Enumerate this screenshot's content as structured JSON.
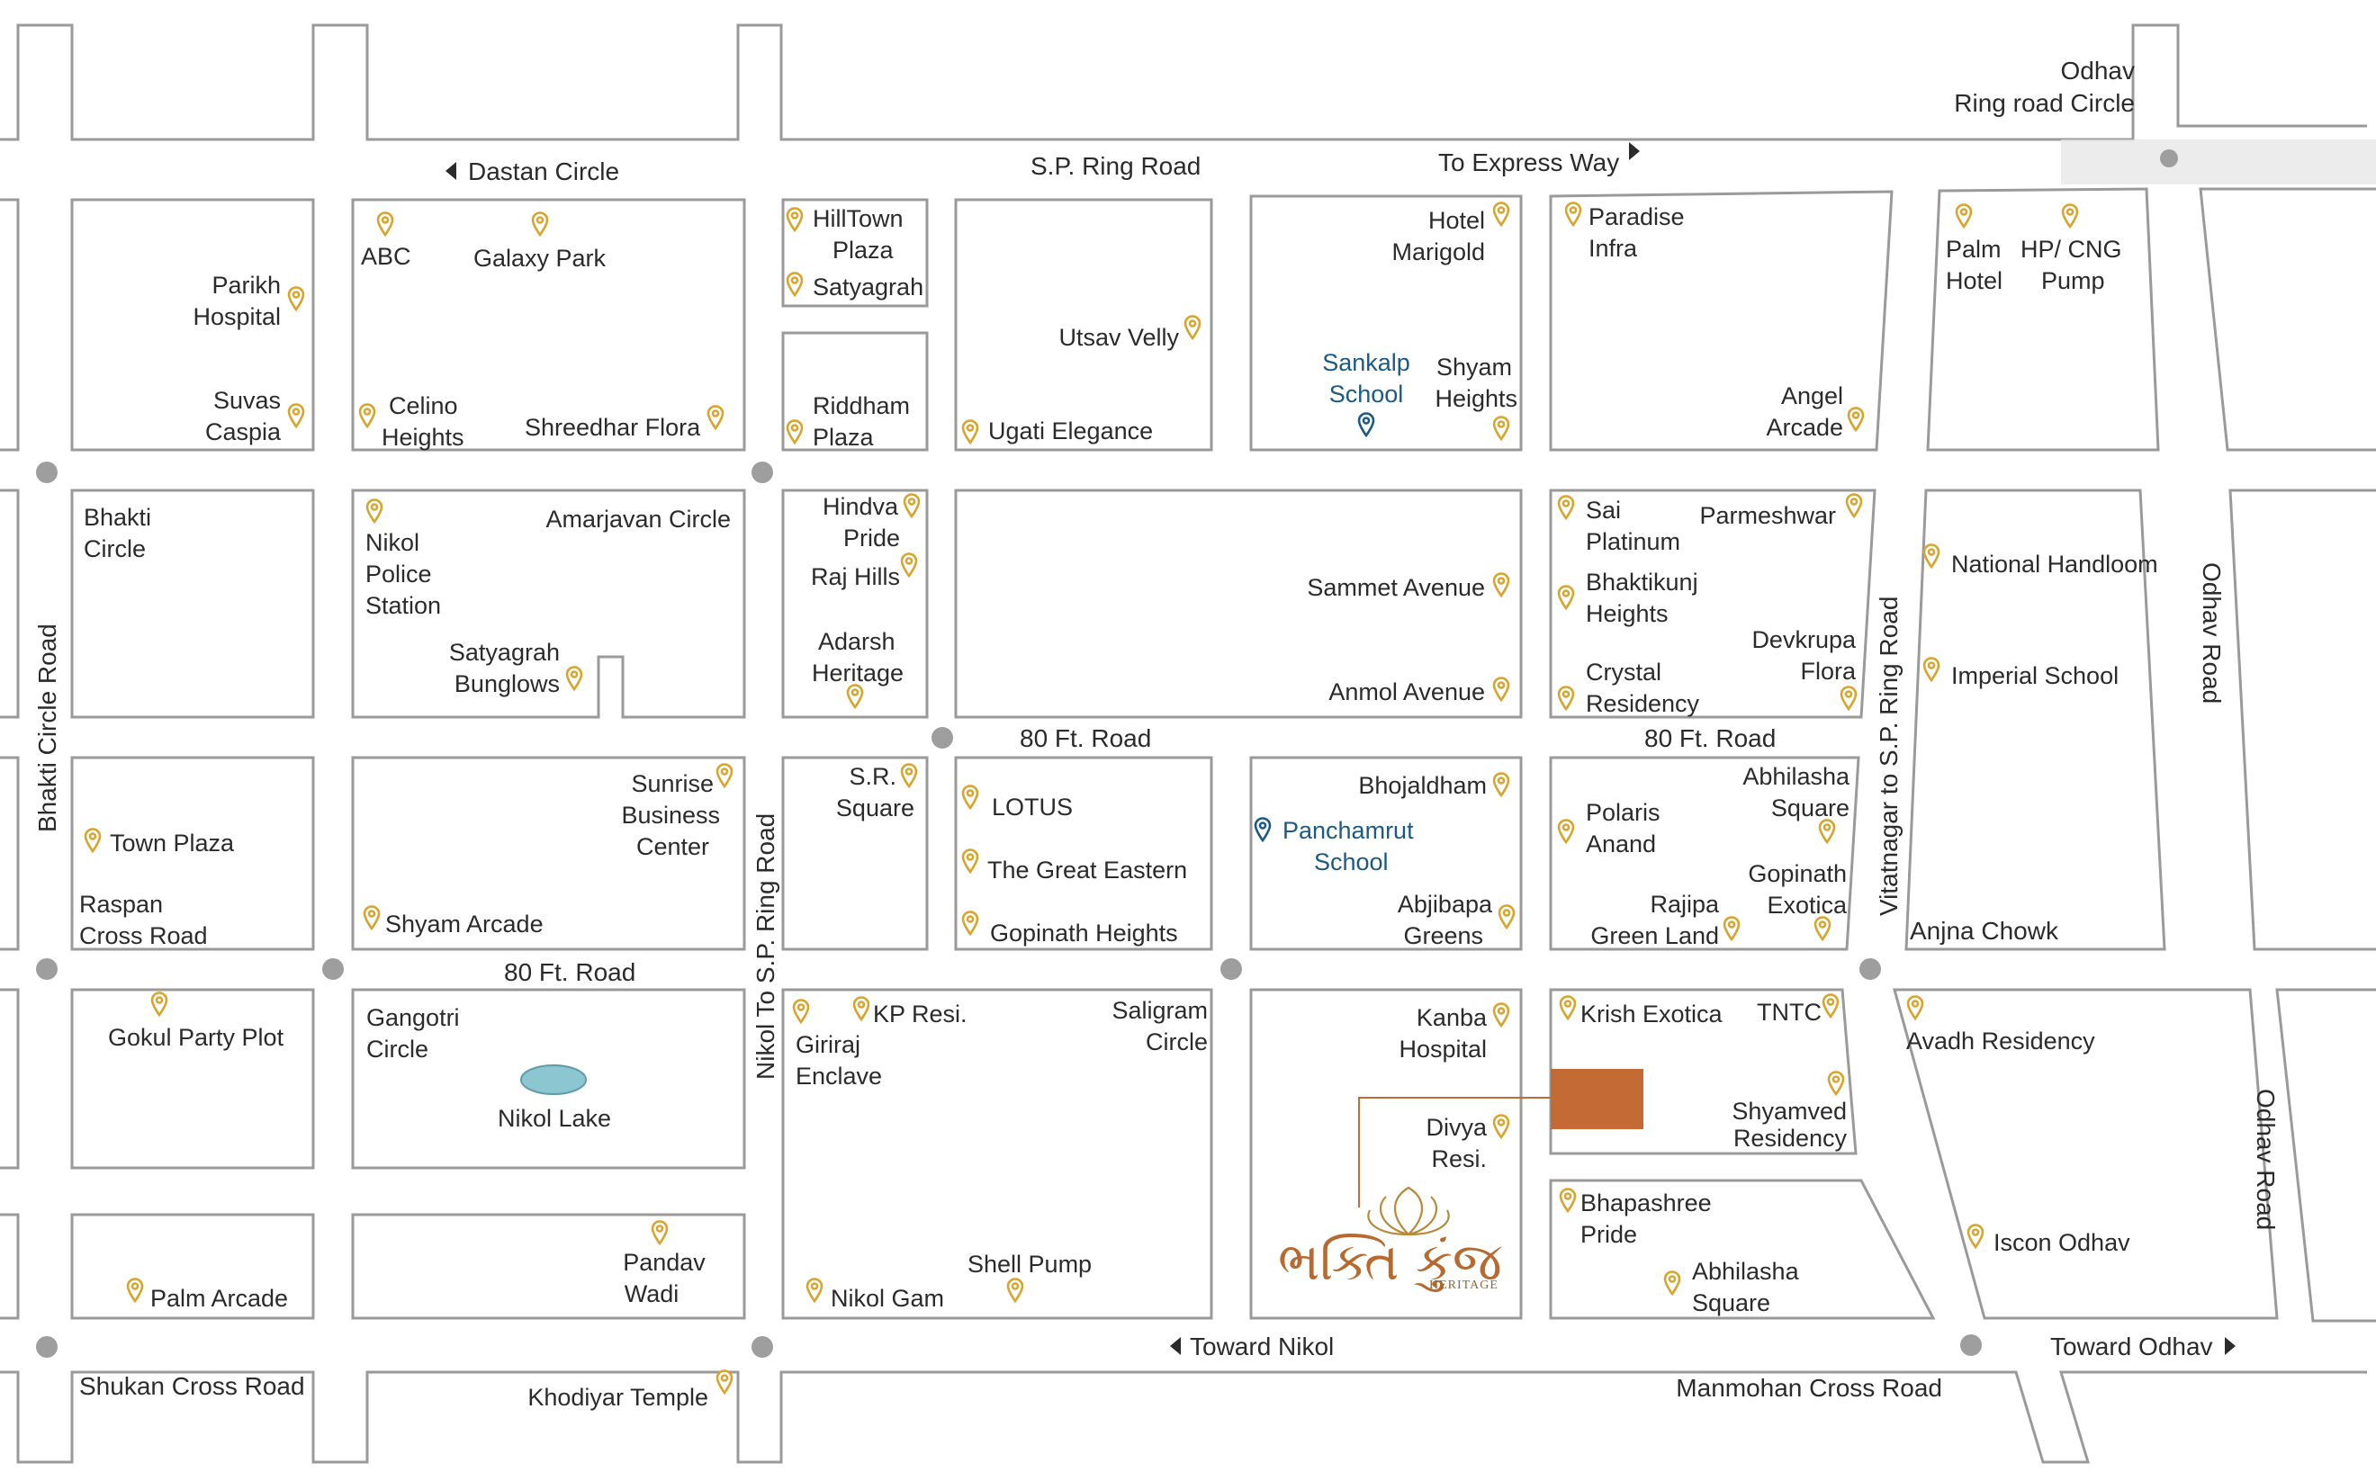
{
  "colors": {
    "road_outline": "#9a9a9a",
    "pin": "#d9a42c",
    "school_pin": "#1c5a86",
    "project_marker": "#c46b35",
    "junction": "#9e9e9e",
    "lake": "#8cc6d0"
  },
  "roads": {
    "sp_ring": "S.P. Ring Road",
    "dastan": "Dastan Circle",
    "express": "To Express Way",
    "odhav_circle_1": "Odhav",
    "odhav_circle_2": "Ring road Circle",
    "ft80_left": "80 Ft. Road",
    "ft80_mid": "80 Ft. Road",
    "ft80_right": "80 Ft. Road",
    "bhakti_circle_road": "Bhakti Circle Road",
    "nikol_sp": "Nikol To S.P. Ring Road",
    "vitatnagar": "Vitatnagar to S.P. Ring Road",
    "odhav_top": "Odhav Road",
    "odhav_bottom": "Odhav Road",
    "toward_nikol": "Toward Nikol",
    "toward_odhav": "Toward Odhav",
    "manmohan": "Manmohan Cross Road",
    "shukan": "Shukan Cross Road",
    "anjna": "Anjna Chowk",
    "amarjavan": "Amarjavan Circle",
    "bhakti_1": "Bhakti",
    "bhakti_2": "Circle",
    "raspan_1": "Raspan",
    "raspan_2": "Cross Road",
    "gangotri_1": "Gangotri",
    "gangotri_2": "Circle",
    "saligram_1": "Saligram",
    "saligram_2": "Circle"
  },
  "places": {
    "parikh_1": "Parikh",
    "parikh_2": "Hospital",
    "suvas_1": "Suvas",
    "suvas_2": "Caspia",
    "abc": "ABC",
    "galaxy": "Galaxy Park",
    "celino_1": "Celino",
    "celino_2": "Heights",
    "shreedhar": "Shreedhar Flora",
    "hilltown_1": "HillTown",
    "hilltown_2": "Plaza",
    "satyagrah": "Satyagrah",
    "riddham_1": "Riddham",
    "riddham_2": "Plaza",
    "utsav": "Utsav Velly",
    "ugati": "Ugati Elegance",
    "hotel_1": "Hotel",
    "hotel_2": "Marigold",
    "shyamh_1": "Shyam",
    "shyamh_2": "Heights",
    "paradise_1": "Paradise",
    "paradise_2": "Infra",
    "angel_1": "Angel",
    "angel_2": "Arcade",
    "palm_1": "Palm",
    "palm_2": "Hotel",
    "hp_1": "HP/ CNG",
    "hp_2": "Pump",
    "nikolps_1": "Nikol",
    "nikolps_2": "Police",
    "nikolps_3": "Station",
    "satbung_1": "Satyagrah",
    "satbung_2": "Bunglows",
    "hindva_1": "Hindva",
    "hindva_2": "Pride",
    "rajhills": "Raj Hills",
    "adarsh_1": "Adarsh",
    "adarsh_2": "Heritage",
    "sammet": "Sammet Avenue",
    "anmol": "Anmol Avenue",
    "sai_1": "Sai",
    "sai_2": "Platinum",
    "parmeshwar": "Parmeshwar",
    "bhaktikunj_1": "Bhaktikunj",
    "bhaktikunj_2": "Heights",
    "devkrupa_1": "Devkrupa",
    "devkrupa_2": "Flora",
    "crystal_1": "Crystal",
    "crystal_2": "Residency",
    "national": "National Handloom",
    "imperial": "Imperial School",
    "townplaza": "Town Plaza",
    "sunrise_1": "Sunrise",
    "sunrise_2": "Business",
    "sunrise_3": "Center",
    "shyamarcade": "Shyam Arcade",
    "sr_1": "S.R.",
    "sr_2": "Square",
    "lotus": "LOTUS",
    "greateastern": "The Great Eastern",
    "gopinathh": "Gopinath Heights",
    "bhojaldham": "Bhojaldham",
    "abjibapa_1": "Abjibapa",
    "abjibapa_2": "Greens",
    "polaris_1": "Polaris",
    "polaris_2": "Anand",
    "abhilasha_1": "Abhilasha",
    "abhilasha_2": "Square",
    "gopinathe_1": "Gopinath",
    "gopinathe_2": "Exotica",
    "rajiba_1": "Rajipa",
    "rajiba_2": "Green Land",
    "gokul": "Gokul Party Plot",
    "nikollake": "Nikol Lake",
    "giriraj_1": "Giriraj",
    "giriraj_2": "Enclave",
    "kpresi": "KP Resi.",
    "kanba_1": "Kanba",
    "kanba_2": "Hospital",
    "divya_1": "Divya",
    "divya_2": "Resi.",
    "krish": "Krish Exotica",
    "tntc": "TNTC",
    "shyamved_1": "Shyamved",
    "shyamved_2": "Residency",
    "avadh": "Avadh Residency",
    "bhapashree_1": "Bhapashree",
    "bhapashree_2": "Pride",
    "abhilasha2_1": "Abhilasha",
    "abhilasha2_2": "Square",
    "iscon": "Iscon Odhav",
    "palmarcade": "Palm Arcade",
    "pandav_1": "Pandav",
    "pandav_2": "Wadi",
    "shellpump": "Shell Pump",
    "nikolgam": "Nikol Gam",
    "khodiyar": "Khodiyar Temple"
  },
  "schools": {
    "sankalp_1": "Sankalp",
    "sankalp_2": "School",
    "panchamrut_1": "Panchamrut",
    "panchamrut_2": "School"
  },
  "logo": {
    "name": "ભક્તિ કુંજ",
    "sub": "HERITAGE"
  }
}
